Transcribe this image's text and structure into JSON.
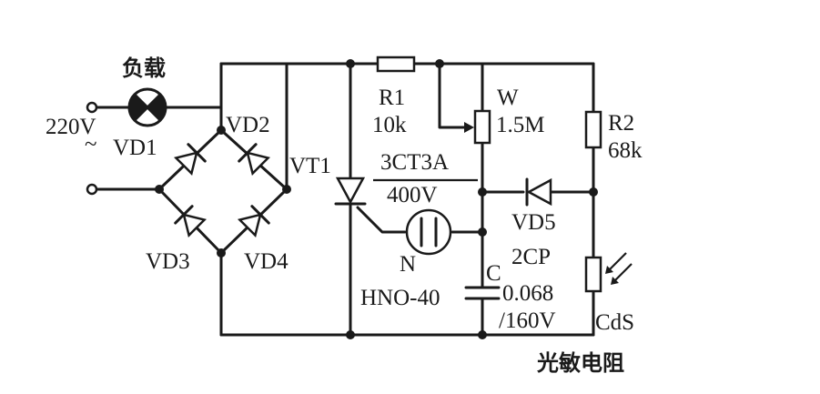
{
  "labels": {
    "load": "负载",
    "voltage": "220V",
    "ac_symbol": "~",
    "vd1": "VD1",
    "vd2": "VD2",
    "vd3": "VD3",
    "vd4": "VD4",
    "vt1": "VT1",
    "r1": "R1",
    "r1_value": "10k",
    "w": "W",
    "w_value": "1.5M",
    "r2": "R2",
    "r2_value": "68k",
    "thyristor_model": "3CT3A",
    "thyristor_rating": "400V",
    "vd5": "VD5",
    "vd5_model": "2CP",
    "neon": "N",
    "neon_model": "HNO-40",
    "capacitor": "C",
    "capacitor_value": "0.068",
    "capacitor_voltage": "/160V",
    "cds": "CdS",
    "photoresistor": "光敏电阻"
  }
}
